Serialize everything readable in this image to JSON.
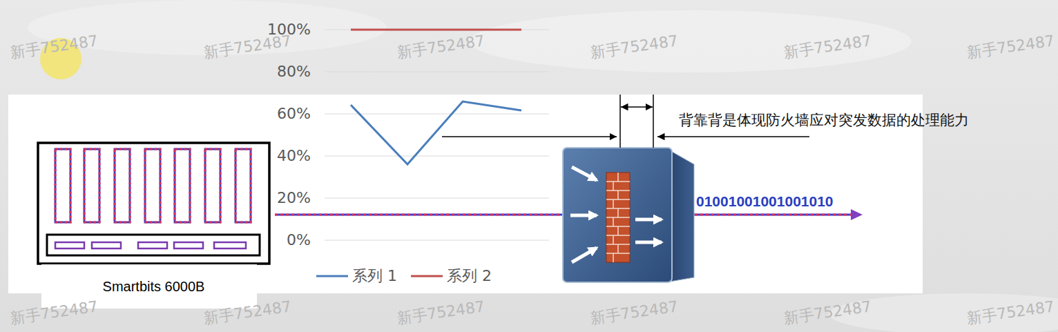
{
  "diagram": {
    "nodes": [
      {
        "text": [
          "Smartbits 6000B"
        ]
      }
    ],
    "labels": [
      "100%",
      "80%",
      "60%",
      "40%",
      "20%",
      "0%",
      "背靠背是体现防火墙应对突发数据的处理能力",
      "01001001001001010",
      "新手752487",
      "新手752487",
      "新手752487",
      "新手752487",
      "新手752487",
      "新手752487",
      "新手752487",
      "新手752487",
      "新手752487",
      "新手752487",
      "新手752487",
      "新手752487"
    ],
    "legend": [
      {
        "text": "系列 1"
      },
      {
        "text": "系列 2"
      }
    ]
  }
}
